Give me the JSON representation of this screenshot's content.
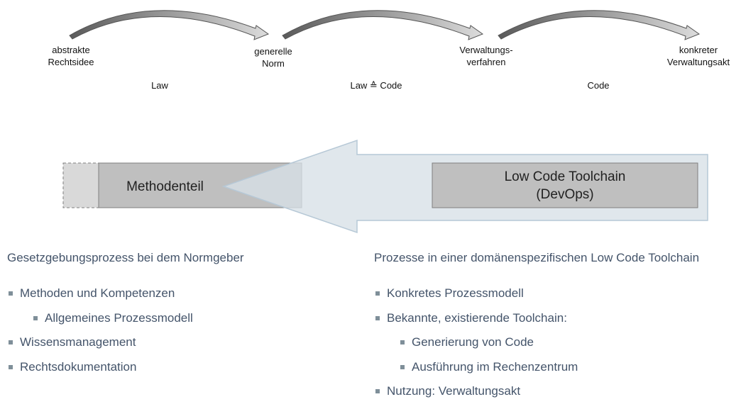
{
  "flow": {
    "nodes": [
      {
        "label": "abstrakte\nRechtsidee"
      },
      {
        "label": "generelle\nNorm"
      },
      {
        "label": "Verwaltungs-\nverfahren"
      },
      {
        "label": "konkreter\nVerwaltungsakt"
      }
    ],
    "bands": [
      {
        "label": "Law"
      },
      {
        "label": "Law ≙ Code"
      },
      {
        "label": "Code"
      }
    ]
  },
  "boxes": {
    "left_label": "Methodenteil",
    "right_label": "Low Code Toolchain\n(DevOps)"
  },
  "colors": {
    "box_fill": "#bfbfbf",
    "arrow_fill": "#d7e0e7",
    "arrow_stroke": "#b6c8d6",
    "text_blue_gray": "#44546a"
  },
  "left_section": {
    "title": "Gesetzgebungsprozess bei dem Normgeber",
    "items": [
      {
        "text": "Methoden und Kompetenzen",
        "level": 0
      },
      {
        "text": "Allgemeines Prozessmodell",
        "level": 1
      },
      {
        "text": "Wissensmanagement",
        "level": 0
      },
      {
        "text": "Rechtsdokumentation",
        "level": 0
      }
    ]
  },
  "right_section": {
    "title": "Prozesse in einer domänenspezifischen Low Code Toolchain",
    "items": [
      {
        "text": "Konkretes Prozessmodell",
        "level": 0
      },
      {
        "text": "Bekannte, existierende Toolchain:",
        "level": 0
      },
      {
        "text": "Generierung von Code",
        "level": 1
      },
      {
        "text": "Ausführung im Rechenzentrum",
        "level": 1
      },
      {
        "text": "Nutzung: Verwaltungsakt",
        "level": 0
      }
    ]
  }
}
